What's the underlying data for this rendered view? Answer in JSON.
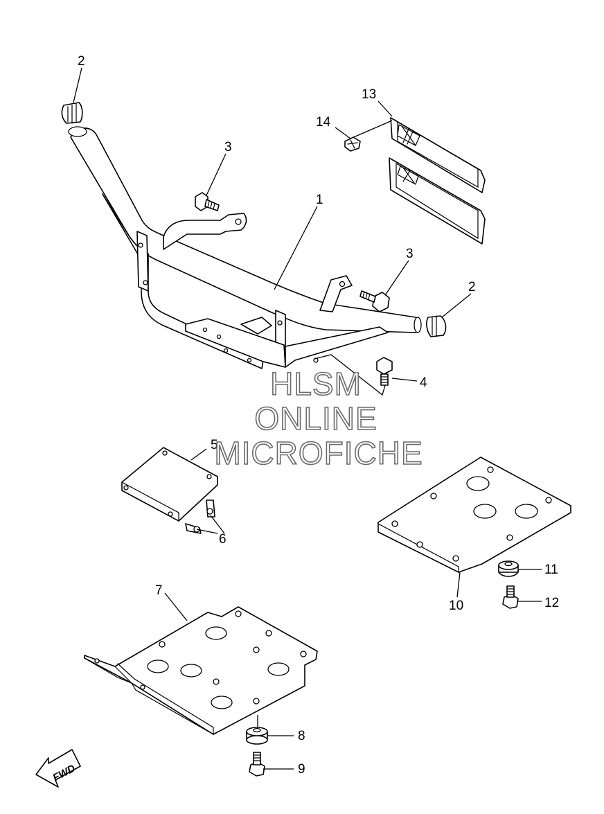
{
  "callouts": [
    {
      "id": "c2a",
      "label": "2"
    },
    {
      "id": "c3a",
      "label": "3"
    },
    {
      "id": "c1",
      "label": "1"
    },
    {
      "id": "c13",
      "label": "13"
    },
    {
      "id": "c14",
      "label": "14"
    },
    {
      "id": "c3b",
      "label": "3"
    },
    {
      "id": "c2b",
      "label": "2"
    },
    {
      "id": "c4",
      "label": "4"
    },
    {
      "id": "c5",
      "label": "5"
    },
    {
      "id": "c6",
      "label": "6"
    },
    {
      "id": "c7",
      "label": "7"
    },
    {
      "id": "c8",
      "label": "8"
    },
    {
      "id": "c9",
      "label": "9"
    },
    {
      "id": "c10",
      "label": "10"
    },
    {
      "id": "c11",
      "label": "11"
    },
    {
      "id": "c12",
      "label": "12"
    }
  ],
  "watermark": {
    "line1": "HLSM",
    "line2": "ONLINE",
    "line3": "MICROFICHE"
  },
  "fwd_label": "FWD"
}
